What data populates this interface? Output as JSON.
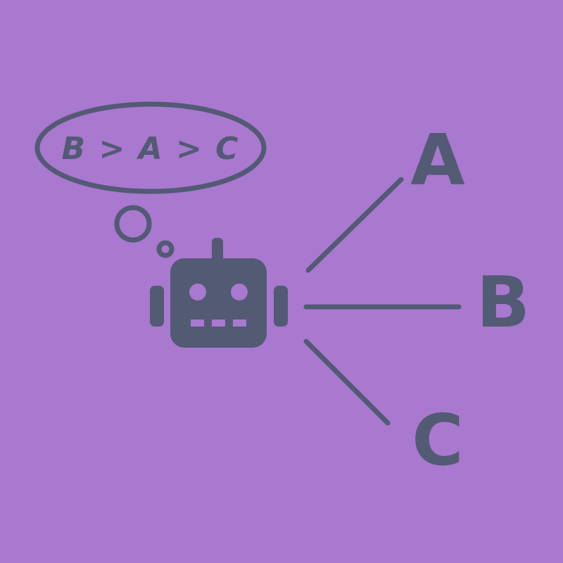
{
  "diagram": {
    "thought": {
      "ranking_text": "B > A > C"
    },
    "agent": {
      "icon": "robot-icon"
    },
    "options": [
      {
        "label": "A"
      },
      {
        "label": "B"
      },
      {
        "label": "C"
      }
    ]
  },
  "colors": {
    "background": "#a978cf",
    "ink": "#525a74"
  }
}
